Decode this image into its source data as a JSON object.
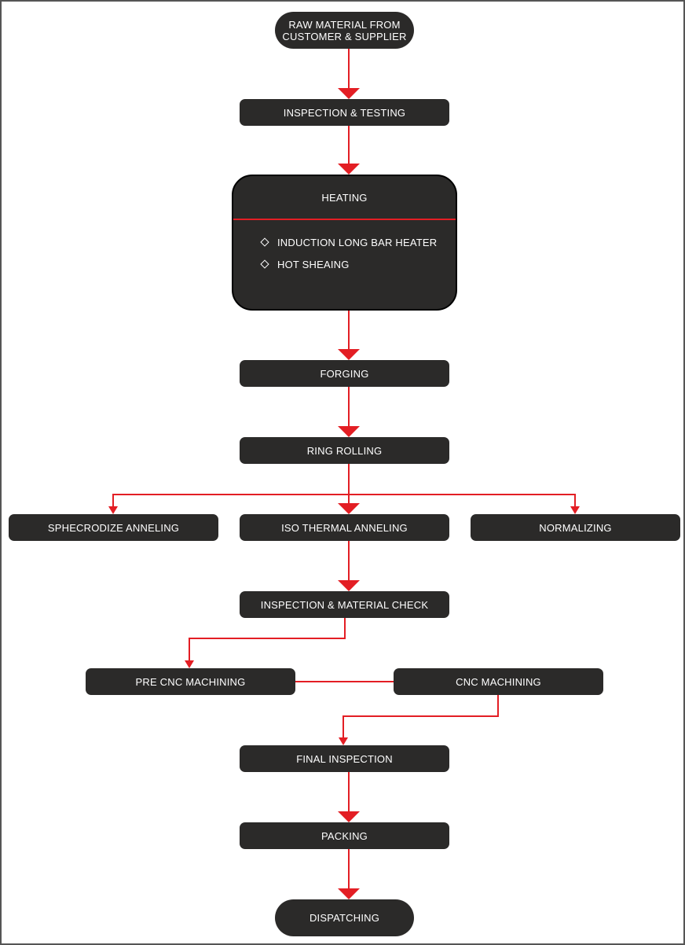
{
  "colors": {
    "box": "#2b2a29",
    "arrow": "#e31e24",
    "text": "#ffffff",
    "frame": "#555555"
  },
  "nodes": {
    "raw_material": {
      "line1": "RAW MATERIAL FROM",
      "line2": "CUSTOMER & SUPPLIER"
    },
    "inspection_testing": "INSPECTION & TESTING",
    "heating": {
      "title": "HEATING",
      "items": [
        "INDUCTION LONG BAR HEATER",
        "HOT SHEAING"
      ]
    },
    "forging": "FORGING",
    "ring_rolling": "RING ROLLING",
    "sphecrodize_anneling": "SPHECRODIZE ANNELING",
    "iso_thermal_anneling": "ISO THERMAL ANNELING",
    "normalizing": "NORMALIZING",
    "inspection_material_check": "INSPECTION & MATERIAL CHECK",
    "pre_cnc_machining": "PRE CNC MACHINING",
    "cnc_machining": "CNC MACHINING",
    "final_inspection": "FINAL INSPECTION",
    "packing": "PACKING",
    "dispatching": "DISPATCHING"
  }
}
